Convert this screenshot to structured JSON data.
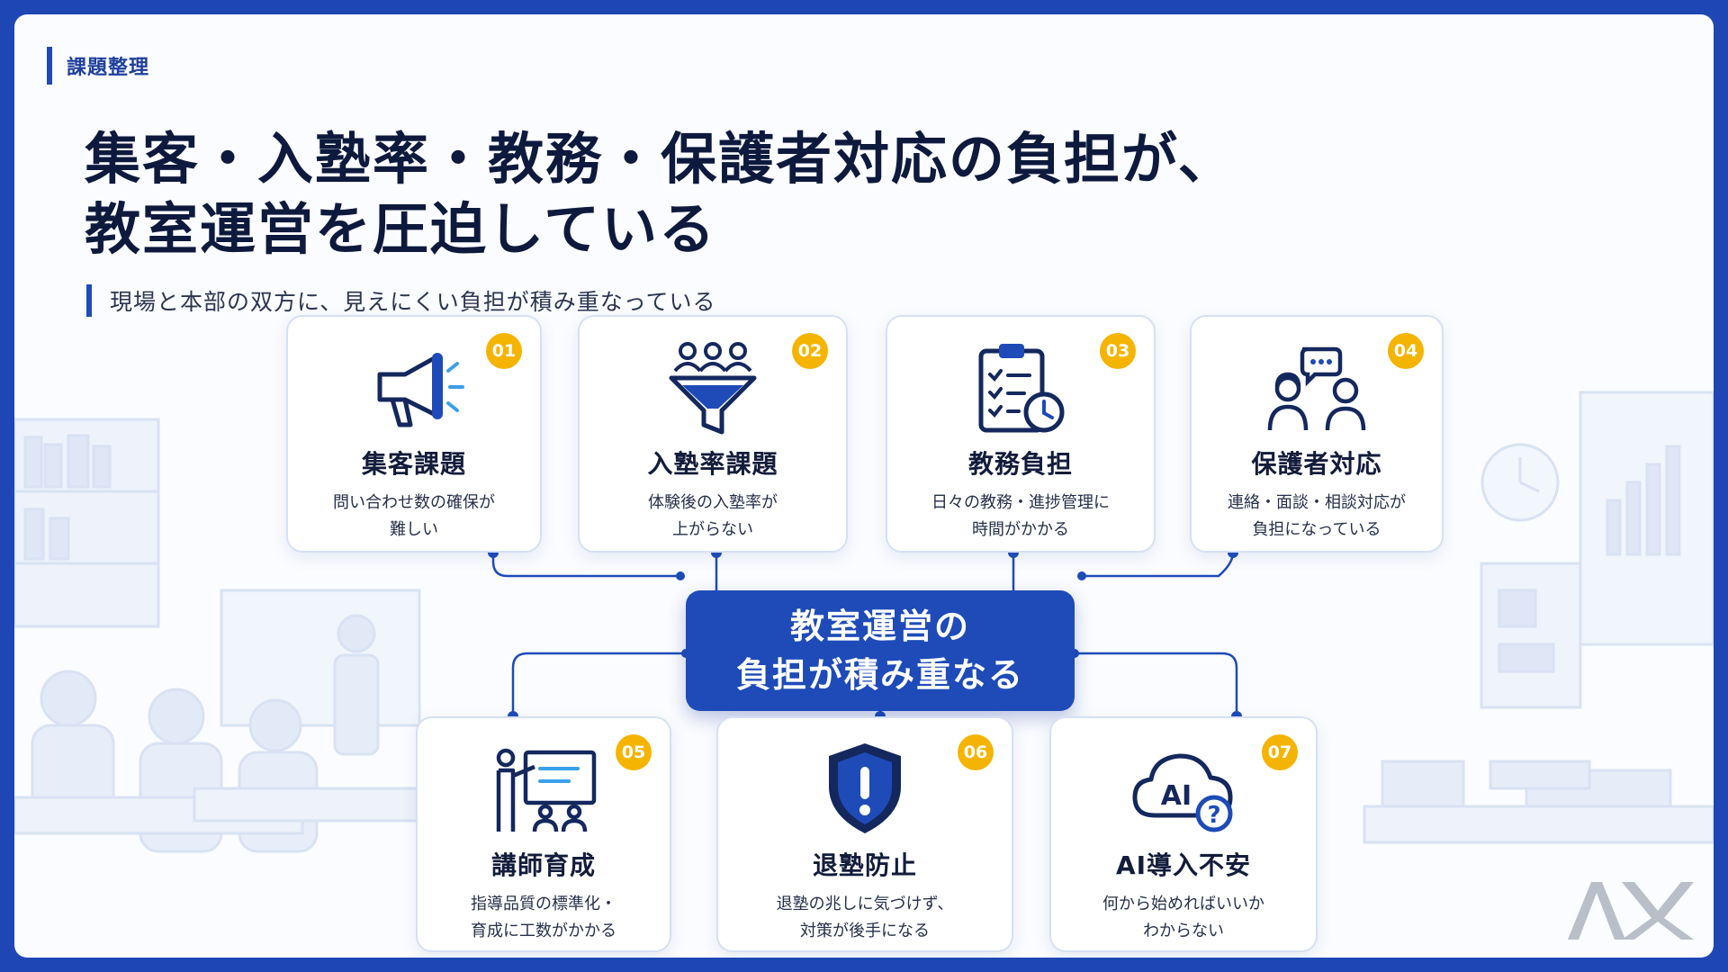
{
  "section_tag": "課題整理",
  "title": {
    "line1": "集客・入塾率・教務・保護者対応の負担が、",
    "line2": "教室運営を圧迫している"
  },
  "subtitle": "現場と本部の双方に、見えにくい負担が積み重なっている",
  "hub": {
    "line1": "教室運営の",
    "line2": "負担が積み重なる"
  },
  "cards": [
    {
      "num": "01",
      "title": "集客課題",
      "desc1": "問い合わせ数の確保が",
      "desc2": "難しい",
      "icon": "megaphone-icon"
    },
    {
      "num": "02",
      "title": "入塾率課題",
      "desc1": "体験後の入塾率が",
      "desc2": "上がらない",
      "icon": "funnel-icon"
    },
    {
      "num": "03",
      "title": "教務負担",
      "desc1": "日々の教務・進捗管理に",
      "desc2": "時間がかかる",
      "icon": "clipboard-clock-icon"
    },
    {
      "num": "04",
      "title": "保護者対応",
      "desc1": "連絡・面談・相談対応が",
      "desc2": "負担になっている",
      "icon": "parents-chat-icon"
    },
    {
      "num": "05",
      "title": "講師育成",
      "desc1": "指導品質の標準化・",
      "desc2": "育成に工数がかかる",
      "icon": "teacher-board-icon"
    },
    {
      "num": "06",
      "title": "退塾防止",
      "desc1": "退塾の兆しに気づけず、",
      "desc2": "対策が後手になる",
      "icon": "shield-alert-icon"
    },
    {
      "num": "07",
      "title": "AI導入不安",
      "desc1": "何から始めればいいか",
      "desc2": "わからない",
      "icon": "ai-cloud-question-icon"
    }
  ],
  "colors": {
    "brand_blue": "#1e4bb8",
    "badge_yellow": "#f4b400",
    "frame_blue": "#1e46b4"
  },
  "logo_icon": "ax-logo-icon"
}
